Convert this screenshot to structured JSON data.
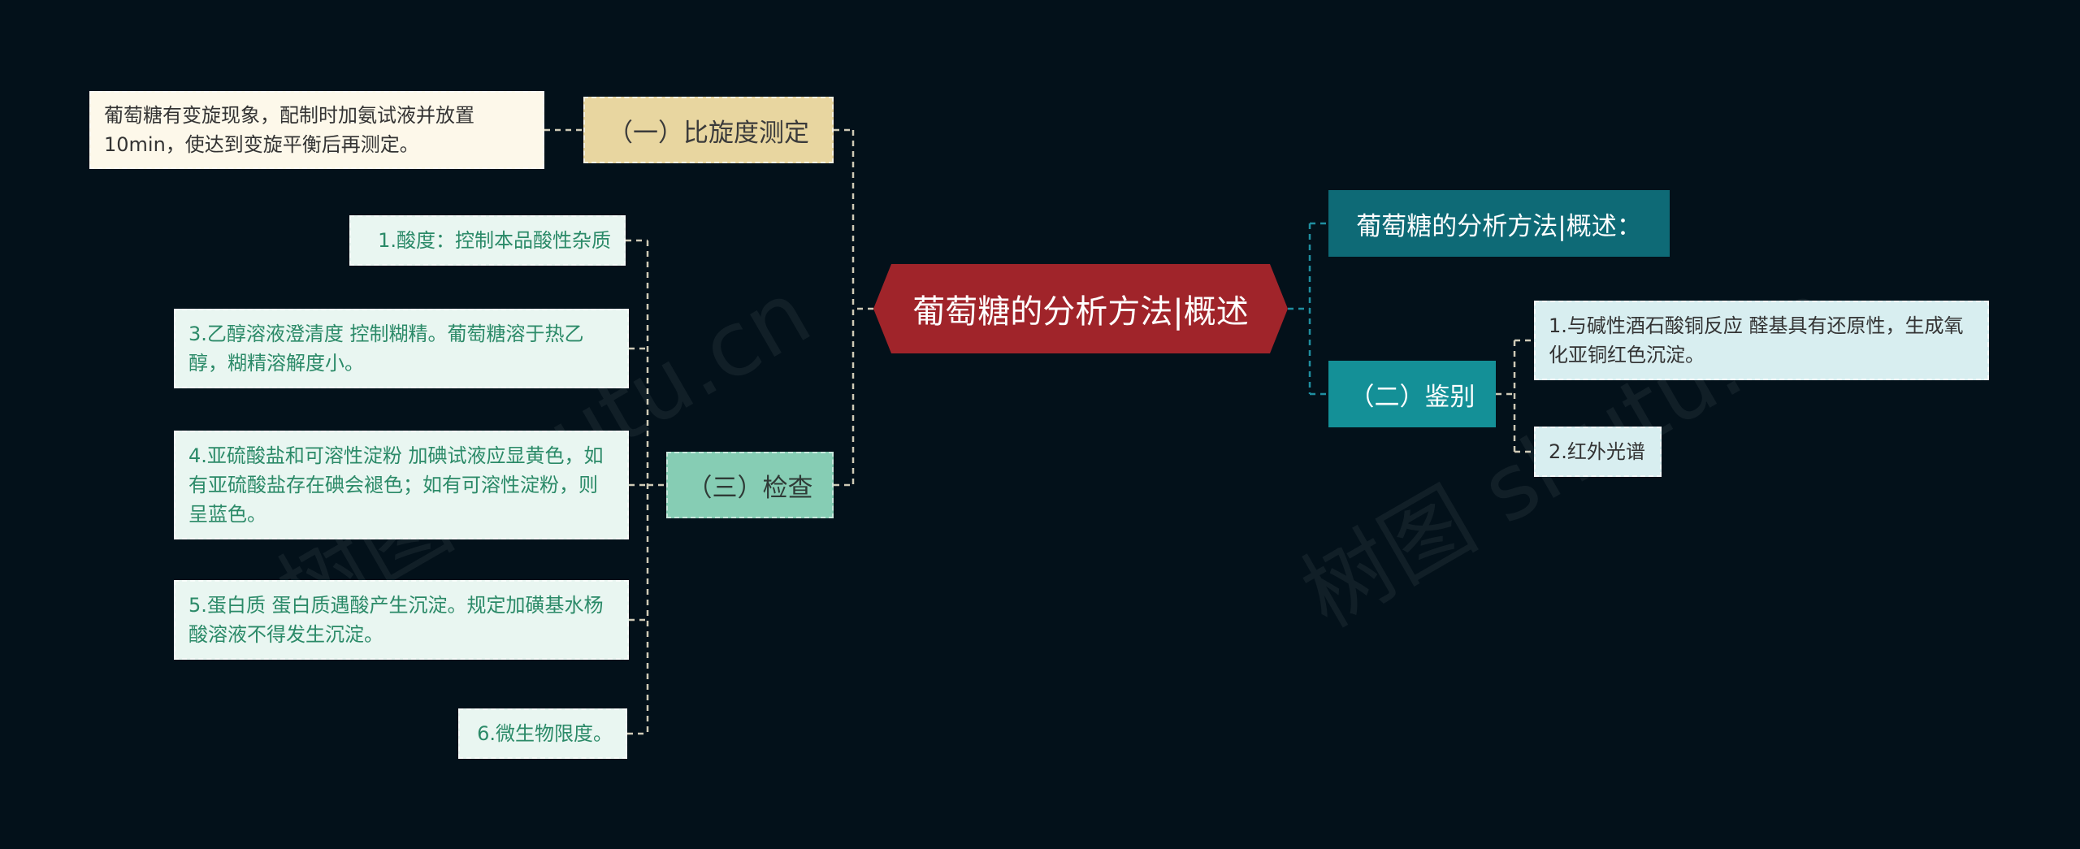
{
  "root": {
    "label": "葡萄糖的分析方法|概述"
  },
  "left": [
    {
      "label": "（一）比旋度测定",
      "children": [
        "葡萄糖有变旋现象，配制时加氨试液并放置10min，使达到变旋平衡后再测定。"
      ]
    },
    {
      "label": "（三）检查",
      "children": [
        "1.酸度：控制本品酸性杂质",
        "3.乙醇溶液澄清度 控制糊精。葡萄糖溶于热乙醇，糊精溶解度小。",
        "4.亚硫酸盐和可溶性淀粉 加碘试液应显黄色，如有亚硫酸盐存在碘会褪色；如有可溶性淀粉，则呈蓝色。",
        "5.蛋白质 蛋白质遇酸产生沉淀。规定加磺基水杨酸溶液不得发生沉淀。",
        "6.微生物限度。"
      ]
    }
  ],
  "right": [
    {
      "label": "葡萄糖的分析方法|概述："
    },
    {
      "label": "（二）鉴别",
      "children": [
        "1.与碱性酒石酸铜反应 醛基具有还原性，生成氧化亚铜红色沉淀。",
        "2.红外光谱"
      ]
    }
  ],
  "watermark": "树图 shutu.cn",
  "colors": {
    "background": "#03111a",
    "root": "#a0242a",
    "branch_bixuandu": "#e8d6a0",
    "branch_jiancha": "#86cdb4",
    "branch_gaishu": "#0e6a76",
    "branch_jianbie": "#149097",
    "connector_left": "#d8d0b8",
    "connector_right": "#1f8fa0"
  }
}
